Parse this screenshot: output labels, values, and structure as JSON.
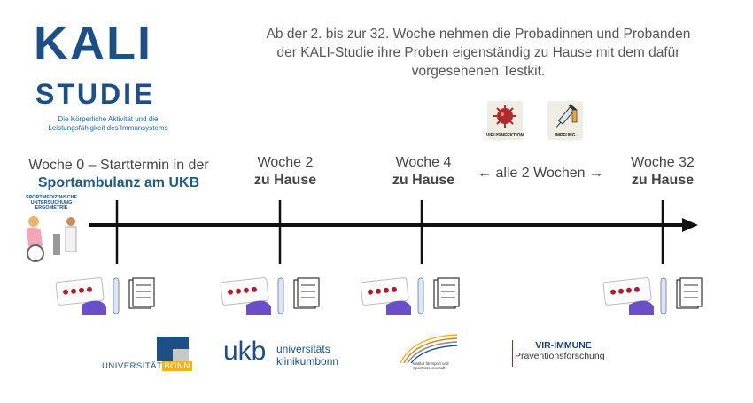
{
  "logo": {
    "title": "KALI",
    "title2": "STUDIE",
    "subtitle": "Die Körperliche Aktivität und die Leistungsfähigkeit des Immunsystems"
  },
  "intro": "Ab der 2. bis zur 32. Woche nehmen die Probadinnen und Probanden der KALI-Studie ihre Proben eigenständig zu Hause mit dem dafür vorgesehenen Testkit.",
  "icons": [
    {
      "name": "virus-icon",
      "caption": "VIRUSINFEKTION"
    },
    {
      "name": "syringe-icon",
      "caption": "IMPFUNG"
    }
  ],
  "timeline": {
    "w0_line1": "Woche 0 – Starttermin in der",
    "w0_line2": "Sportambulanz am UKB",
    "w2_line1": "Woche 2",
    "w2_line2": "zu Hause",
    "w4_line1": "Woche 4",
    "w4_line2": "zu Hause",
    "interval": "← alle 2 Wochen →",
    "w32_line1": "Woche 32",
    "w32_line2": "zu Hause",
    "exam_caption": "SPORTMEDIZINISCHE UNTERSUCHUNG ERGOMETRIE"
  },
  "partners": {
    "bonn": "UNIVERSITÄT",
    "bonn_box": "BONN",
    "ukb_mark": "ukb",
    "ukb_line1": "universitäts",
    "ukb_line2": "klinikumbonn",
    "sport_line1": "Institut für Sport und",
    "sport_line2": "Sportwissenschaft",
    "vir_line1": "VIR-IMMUNE",
    "vir_line2": "Präventionsforschung"
  },
  "colors": {
    "brand_blue": "#1c4f86",
    "accent_blue": "#1c6aa0",
    "bonn_yellow": "#f0b41a",
    "glove_purple": "#6a4fc9",
    "kit_red": "#b01c2e",
    "vir_red": "#a5262a"
  }
}
